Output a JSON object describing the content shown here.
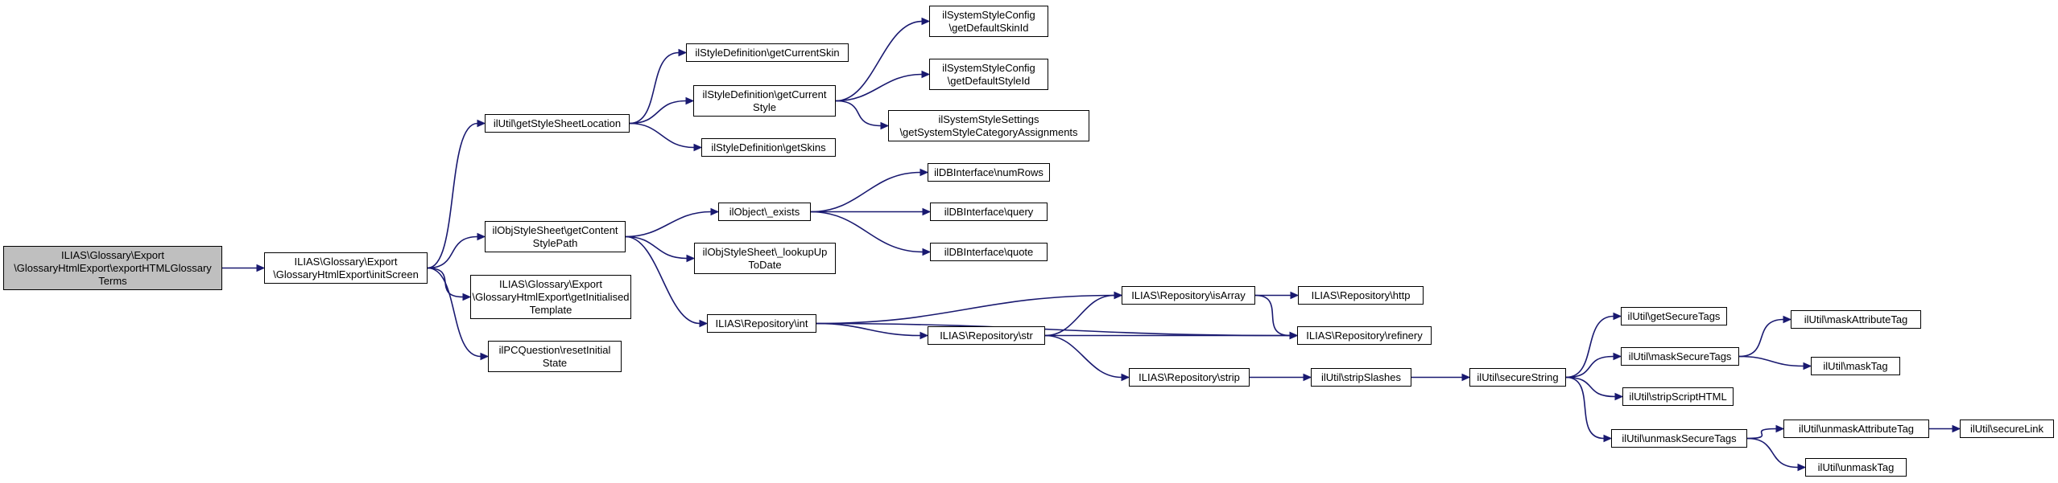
{
  "nodes": {
    "root": "ILIAS\\Glossary\\Export\n\\GlossaryHtmlExport\\exportHTMLGlossary\nTerms",
    "initScreen": "ILIAS\\Glossary\\Export\n\\GlossaryHtmlExport\\initScreen",
    "getStyleSheetLocation": "ilUtil\\getStyleSheetLocation",
    "getContentStylePath": "ilObjStyleSheet\\getContent\nStylePath",
    "getInitialisedTemplate": "ILIAS\\Glossary\\Export\n\\GlossaryHtmlExport\\getInitialised\nTemplate",
    "resetInitialState": "ilPCQuestion\\resetInitial\nState",
    "getCurrentSkin": "ilStyleDefinition\\getCurrentSkin",
    "getCurrentStyle": "ilStyleDefinition\\getCurrent\nStyle",
    "getSkins": "ilStyleDefinition\\getSkins",
    "getDefaultSkinId": "ilSystemStyleConfig\n\\getDefaultSkinId",
    "getDefaultStyleId": "ilSystemStyleConfig\n\\getDefaultStyleId",
    "getSystemStyleCategoryAssignments": "ilSystemStyleSettings\n\\getSystemStyleCategoryAssignments",
    "objectExists": "ilObject\\_exists",
    "lookupUpToDate": "ilObjStyleSheet\\_lookupUp\nToDate",
    "numRows": "ilDBInterface\\numRows",
    "query": "ilDBInterface\\query",
    "quote": "ilDBInterface\\quote",
    "repoInt": "ILIAS\\Repository\\int",
    "repoStr": "ILIAS\\Repository\\str",
    "repoIsArray": "ILIAS\\Repository\\isArray",
    "repoStrip": "ILIAS\\Repository\\strip",
    "repoHttp": "ILIAS\\Repository\\http",
    "repoRefinery": "ILIAS\\Repository\\refinery",
    "stripSlashes": "ilUtil\\stripSlashes",
    "secureString": "ilUtil\\secureString",
    "getSecureTags": "ilUtil\\getSecureTags",
    "maskSecureTags": "ilUtil\\maskSecureTags",
    "stripScriptHTML": "ilUtil\\stripScriptHTML",
    "unmaskSecureTags": "ilUtil\\unmaskSecureTags",
    "maskAttributeTag": "ilUtil\\maskAttributeTag",
    "maskTag": "ilUtil\\maskTag",
    "unmaskAttributeTag": "ilUtil\\unmaskAttributeTag",
    "unmaskTag": "ilUtil\\unmaskTag",
    "secureLink": "ilUtil\\secureLink"
  },
  "edges": [
    [
      "root",
      "initScreen"
    ],
    [
      "initScreen",
      "getStyleSheetLocation"
    ],
    [
      "initScreen",
      "getContentStylePath"
    ],
    [
      "initScreen",
      "getInitialisedTemplate"
    ],
    [
      "initScreen",
      "resetInitialState"
    ],
    [
      "getStyleSheetLocation",
      "getCurrentSkin"
    ],
    [
      "getStyleSheetLocation",
      "getCurrentStyle"
    ],
    [
      "getStyleSheetLocation",
      "getSkins"
    ],
    [
      "getCurrentStyle",
      "getDefaultSkinId"
    ],
    [
      "getCurrentStyle",
      "getDefaultStyleId"
    ],
    [
      "getCurrentStyle",
      "getSystemStyleCategoryAssignments"
    ],
    [
      "getContentStylePath",
      "objectExists"
    ],
    [
      "getContentStylePath",
      "lookupUpToDate"
    ],
    [
      "getContentStylePath",
      "repoInt"
    ],
    [
      "objectExists",
      "numRows"
    ],
    [
      "objectExists",
      "query"
    ],
    [
      "objectExists",
      "quote"
    ],
    [
      "repoInt",
      "repoIsArray"
    ],
    [
      "repoInt",
      "repoStr"
    ],
    [
      "repoInt",
      "repoRefinery"
    ],
    [
      "repoStr",
      "repoIsArray"
    ],
    [
      "repoStr",
      "repoRefinery"
    ],
    [
      "repoStr",
      "repoStrip"
    ],
    [
      "repoIsArray",
      "repoHttp"
    ],
    [
      "repoIsArray",
      "repoRefinery"
    ],
    [
      "repoStrip",
      "stripSlashes"
    ],
    [
      "stripSlashes",
      "secureString"
    ],
    [
      "secureString",
      "getSecureTags"
    ],
    [
      "secureString",
      "maskSecureTags"
    ],
    [
      "secureString",
      "stripScriptHTML"
    ],
    [
      "secureString",
      "unmaskSecureTags"
    ],
    [
      "maskSecureTags",
      "maskAttributeTag"
    ],
    [
      "maskSecureTags",
      "maskTag"
    ],
    [
      "unmaskSecureTags",
      "unmaskAttributeTag"
    ],
    [
      "unmaskSecureTags",
      "unmaskTag"
    ],
    [
      "unmaskAttributeTag",
      "secureLink"
    ]
  ]
}
